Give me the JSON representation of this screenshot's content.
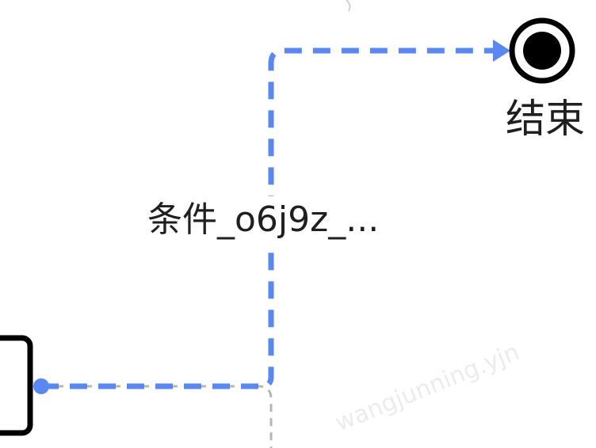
{
  "diagram": {
    "type": "flowchart",
    "end_node": {
      "label": "结束"
    },
    "edge": {
      "label": "条件_o6j9z_..."
    },
    "watermark": "wangjunning.yjn",
    "colors": {
      "selected_edge": "#5a87f0",
      "inactive_edge": "#b5b5b5",
      "node_stroke": "#000000",
      "text": "#1f1f1f"
    }
  }
}
